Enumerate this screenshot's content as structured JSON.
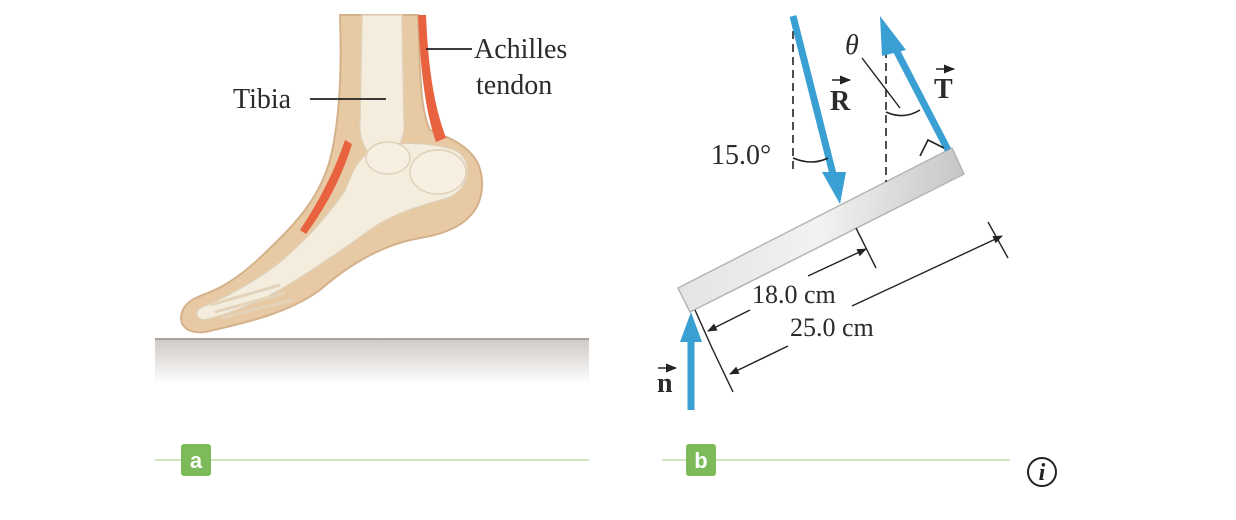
{
  "panel_a": {
    "label_tibia": "Tibia",
    "label_achilles_line1": "Achilles",
    "label_achilles_line2": "tendon",
    "badge": "a"
  },
  "panel_b": {
    "angle_label": "15.0°",
    "theta_label": "θ",
    "vector_R": "R",
    "vector_T": "T",
    "vector_n": "n",
    "dim_short": "18.0 cm",
    "dim_long": "25.0 cm",
    "badge": "b"
  },
  "info_icon": "i",
  "colors": {
    "arrow_blue": "#3a9fd3",
    "badge_green": "#7cba5a",
    "rule_green": "#cfe3bf",
    "tendon_red": "#e55a3c",
    "skin": "#e3c7a1",
    "bone": "#f3eadb",
    "bar_gray": "#d2d2d2"
  }
}
